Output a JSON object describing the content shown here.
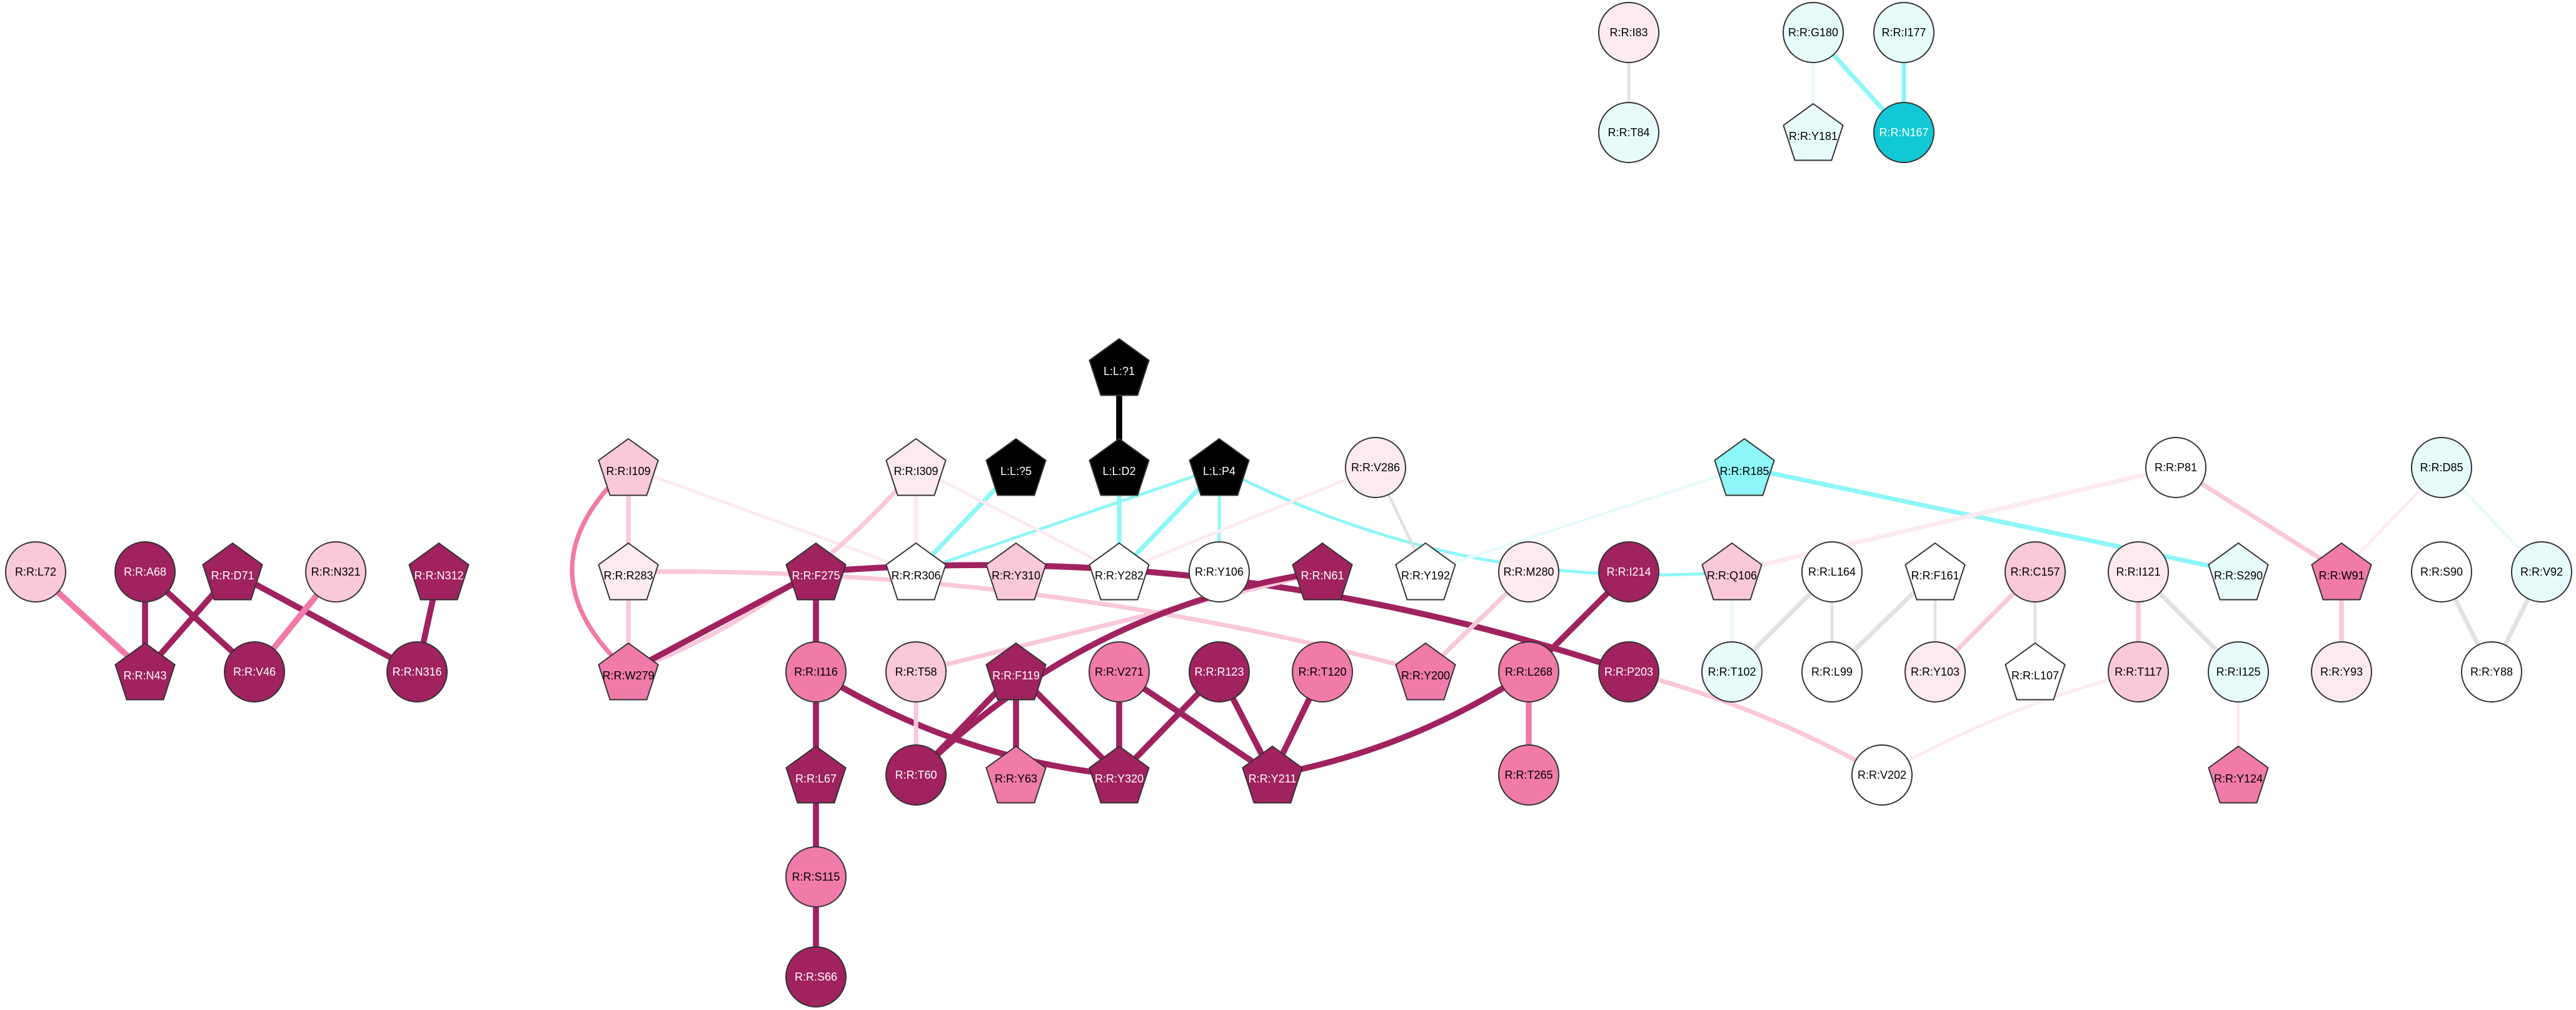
{
  "colors": {
    "maroon": "#A0225F",
    "pink": "#F07AA8",
    "light_pink": "#F9C8DA",
    "pale_pink": "#FDEAF1",
    "white": "#FFFFFF",
    "pale_cyan": "#E8FBFB",
    "cyan": "#8EF6F6",
    "teal": "#12C8D4",
    "black": "#000000",
    "grey_edge": "#E2E2E2"
  },
  "nodes": [
    {
      "id": "I83",
      "label": "R:R:I83",
      "shape": "circle",
      "fill": "pale_pink"
    },
    {
      "id": "T84",
      "label": "R:R:T84",
      "shape": "circle",
      "fill": "pale_cyan"
    },
    {
      "id": "G180",
      "label": "R:R:G180",
      "shape": "circle",
      "fill": "pale_cyan"
    },
    {
      "id": "Y181",
      "label": "R:R:Y181",
      "shape": "pentagon",
      "fill": "pale_cyan"
    },
    {
      "id": "I177",
      "label": "R:R:I177",
      "shape": "circle",
      "fill": "pale_cyan"
    },
    {
      "id": "N167",
      "label": "R:R:N167",
      "shape": "circle",
      "fill": "teal"
    },
    {
      "id": "L71",
      "label": "L:L:?1",
      "shape": "pentagon",
      "fill": "black"
    },
    {
      "id": "D2",
      "label": "L:L:D2",
      "shape": "pentagon",
      "fill": "black"
    },
    {
      "id": "L75",
      "label": "L:L:?5",
      "shape": "pentagon",
      "fill": "black"
    },
    {
      "id": "P4",
      "label": "L:L:P4",
      "shape": "pentagon",
      "fill": "black"
    },
    {
      "id": "I109",
      "label": "R:R:I109",
      "shape": "pentagon",
      "fill": "light_pink"
    },
    {
      "id": "I309",
      "label": "R:R:I309",
      "shape": "pentagon",
      "fill": "pale_pink"
    },
    {
      "id": "V286",
      "label": "R:R:V286",
      "shape": "circle",
      "fill": "pale_pink"
    },
    {
      "id": "R185",
      "label": "R:R:R185",
      "shape": "pentagon",
      "fill": "cyan"
    },
    {
      "id": "P81",
      "label": "R:R:P81",
      "shape": "circle",
      "fill": "white"
    },
    {
      "id": "D85",
      "label": "R:R:D85",
      "shape": "circle",
      "fill": "pale_cyan"
    },
    {
      "id": "L72",
      "label": "R:R:L72",
      "shape": "circle",
      "fill": "light_pink"
    },
    {
      "id": "A68",
      "label": "R:R:A68",
      "shape": "circle",
      "fill": "maroon"
    },
    {
      "id": "D71",
      "label": "R:R:D71",
      "shape": "pentagon",
      "fill": "maroon"
    },
    {
      "id": "N321",
      "label": "R:R:N321",
      "shape": "circle",
      "fill": "light_pink"
    },
    {
      "id": "N312",
      "label": "R:R:N312",
      "shape": "pentagon",
      "fill": "maroon"
    },
    {
      "id": "R283",
      "label": "R:R:R283",
      "shape": "pentagon",
      "fill": "pale_pink"
    },
    {
      "id": "F275",
      "label": "R:R:F275",
      "shape": "pentagon",
      "fill": "maroon"
    },
    {
      "id": "R306",
      "label": "R:R:R306",
      "shape": "pentagon",
      "fill": "white"
    },
    {
      "id": "Y310",
      "label": "R:R:Y310",
      "shape": "pentagon",
      "fill": "light_pink"
    },
    {
      "id": "Y282",
      "label": "R:R:Y282",
      "shape": "pentagon",
      "fill": "white"
    },
    {
      "id": "Y106",
      "label": "R:R:Y106",
      "shape": "circle",
      "fill": "white"
    },
    {
      "id": "N61",
      "label": "R:R:N61",
      "shape": "pentagon",
      "fill": "maroon"
    },
    {
      "id": "Y192",
      "label": "R:R:Y192",
      "shape": "pentagon",
      "fill": "white"
    },
    {
      "id": "M280",
      "label": "R:R:M280",
      "shape": "circle",
      "fill": "pale_pink"
    },
    {
      "id": "I214",
      "label": "R:R:I214",
      "shape": "circle",
      "fill": "maroon"
    },
    {
      "id": "Q106",
      "label": "R:R:Q106",
      "shape": "pentagon",
      "fill": "light_pink"
    },
    {
      "id": "L164",
      "label": "R:R:L164",
      "shape": "circle",
      "fill": "white"
    },
    {
      "id": "F161",
      "label": "R:R:F161",
      "shape": "pentagon",
      "fill": "white"
    },
    {
      "id": "C157",
      "label": "R:R:C157",
      "shape": "circle",
      "fill": "light_pink"
    },
    {
      "id": "I121",
      "label": "R:R:I121",
      "shape": "circle",
      "fill": "pale_pink"
    },
    {
      "id": "S290",
      "label": "R:R:S290",
      "shape": "pentagon",
      "fill": "pale_cyan"
    },
    {
      "id": "W91",
      "label": "R:R:W91",
      "shape": "pentagon",
      "fill": "pink"
    },
    {
      "id": "S90",
      "label": "R:R:S90",
      "shape": "circle",
      "fill": "white"
    },
    {
      "id": "V92",
      "label": "R:R:V92",
      "shape": "circle",
      "fill": "pale_cyan"
    },
    {
      "id": "N43",
      "label": "R:R:N43",
      "shape": "pentagon",
      "fill": "maroon"
    },
    {
      "id": "V46",
      "label": "R:R:V46",
      "shape": "circle",
      "fill": "maroon"
    },
    {
      "id": "N316",
      "label": "R:R:N316",
      "shape": "circle",
      "fill": "maroon"
    },
    {
      "id": "W279",
      "label": "R:R:W279",
      "shape": "pentagon",
      "fill": "pink"
    },
    {
      "id": "I116",
      "label": "R:R:I116",
      "shape": "circle",
      "fill": "pink"
    },
    {
      "id": "T58",
      "label": "R:R:T58",
      "shape": "circle",
      "fill": "light_pink"
    },
    {
      "id": "F119",
      "label": "R:R:F119",
      "shape": "pentagon",
      "fill": "maroon"
    },
    {
      "id": "V271",
      "label": "R:R:V271",
      "shape": "circle",
      "fill": "pink"
    },
    {
      "id": "R123",
      "label": "R:R:R123",
      "shape": "circle",
      "fill": "maroon"
    },
    {
      "id": "T120",
      "label": "R:R:T120",
      "shape": "circle",
      "fill": "pink"
    },
    {
      "id": "Y200",
      "label": "R:R:Y200",
      "shape": "pentagon",
      "fill": "pink"
    },
    {
      "id": "L268",
      "label": "R:R:L268",
      "shape": "circle",
      "fill": "pink"
    },
    {
      "id": "P203",
      "label": "R:R:P203",
      "shape": "circle",
      "fill": "maroon"
    },
    {
      "id": "T102",
      "label": "R:R:T102",
      "shape": "circle",
      "fill": "pale_cyan"
    },
    {
      "id": "L99",
      "label": "R:R:L99",
      "shape": "circle",
      "fill": "white"
    },
    {
      "id": "Y103",
      "label": "R:R:Y103",
      "shape": "circle",
      "fill": "pale_pink"
    },
    {
      "id": "L107",
      "label": "R:R:L107",
      "shape": "pentagon",
      "fill": "white"
    },
    {
      "id": "T117",
      "label": "R:R:T117",
      "shape": "circle",
      "fill": "light_pink"
    },
    {
      "id": "I125",
      "label": "R:R:I125",
      "shape": "circle",
      "fill": "pale_cyan"
    },
    {
      "id": "Y93",
      "label": "R:R:Y93",
      "shape": "circle",
      "fill": "pale_pink"
    },
    {
      "id": "Y88",
      "label": "R:R:Y88",
      "shape": "circle",
      "fill": "white"
    },
    {
      "id": "L67",
      "label": "R:R:L67",
      "shape": "pentagon",
      "fill": "maroon"
    },
    {
      "id": "T60",
      "label": "R:R:T60",
      "shape": "circle",
      "fill": "maroon"
    },
    {
      "id": "Y63",
      "label": "R:R:Y63",
      "shape": "pentagon",
      "fill": "pink"
    },
    {
      "id": "Y320",
      "label": "R:R:Y320",
      "shape": "pentagon",
      "fill": "maroon"
    },
    {
      "id": "Y211",
      "label": "R:R:Y211",
      "shape": "pentagon",
      "fill": "maroon"
    },
    {
      "id": "T265",
      "label": "R:R:T265",
      "shape": "circle",
      "fill": "pink"
    },
    {
      "id": "V202",
      "label": "R:R:V202",
      "shape": "circle",
      "fill": "white"
    },
    {
      "id": "Y124",
      "label": "R:R:Y124",
      "shape": "pentagon",
      "fill": "pink"
    },
    {
      "id": "S115",
      "label": "R:R:S115",
      "shape": "circle",
      "fill": "pink"
    },
    {
      "id": "S66",
      "label": "R:R:S66",
      "shape": "circle",
      "fill": "maroon"
    }
  ],
  "edges": [
    {
      "from": "I83",
      "to": "T84",
      "color": "grey_edge",
      "weight": 2
    },
    {
      "from": "G180",
      "to": "Y181",
      "color": "pale_cyan",
      "weight": 2
    },
    {
      "from": "G180",
      "to": "N167",
      "color": "cyan",
      "weight": 3
    },
    {
      "from": "I177",
      "to": "N167",
      "color": "cyan",
      "weight": 3
    },
    {
      "from": "L71",
      "to": "D2",
      "color": "black",
      "weight": 4
    },
    {
      "from": "D2",
      "to": "Y282",
      "color": "cyan",
      "weight": 3
    },
    {
      "from": "L75",
      "to": "R306",
      "color": "cyan",
      "weight": 3
    },
    {
      "from": "P4",
      "to": "R306",
      "color": "cyan",
      "weight": 2
    },
    {
      "from": "P4",
      "to": "Y282",
      "color": "cyan",
      "weight": 3
    },
    {
      "from": "P4",
      "to": "Y106",
      "color": "cyan",
      "weight": 2
    },
    {
      "from": "P4",
      "to": "Q106",
      "color": "cyan",
      "weight": 2,
      "bend": 40
    },
    {
      "from": "I109",
      "to": "R306",
      "color": "pale_pink",
      "weight": 2
    },
    {
      "from": "I109",
      "to": "R283",
      "color": "light_pink",
      "weight": 3
    },
    {
      "from": "I109",
      "to": "W279",
      "color": "pink",
      "weight": 3,
      "bend": 60
    },
    {
      "from": "I309",
      "to": "R306",
      "color": "pale_pink",
      "weight": 3
    },
    {
      "from": "I309",
      "to": "Y282",
      "color": "pale_pink",
      "weight": 2
    },
    {
      "from": "I309",
      "to": "W279",
      "color": "light_pink",
      "weight": 3,
      "bend": -25
    },
    {
      "from": "V286",
      "to": "Y282",
      "color": "pale_pink",
      "weight": 2
    },
    {
      "from": "V286",
      "to": "Y192",
      "color": "grey_edge",
      "weight": 2
    },
    {
      "from": "R185",
      "to": "Y192",
      "color": "pale_cyan",
      "weight": 2
    },
    {
      "from": "R185",
      "to": "S290",
      "color": "cyan",
      "weight": 3
    },
    {
      "from": "P81",
      "to": "Q106",
      "color": "pale_pink",
      "weight": 3
    },
    {
      "from": "P81",
      "to": "W91",
      "color": "light_pink",
      "weight": 3
    },
    {
      "from": "D85",
      "to": "W91",
      "color": "pale_pink",
      "weight": 2
    },
    {
      "from": "D85",
      "to": "V92",
      "color": "pale_cyan",
      "weight": 2
    },
    {
      "from": "L72",
      "to": "N43",
      "color": "pink",
      "weight": 4
    },
    {
      "from": "A68",
      "to": "N43",
      "color": "maroon",
      "weight": 4
    },
    {
      "from": "A68",
      "to": "V46",
      "color": "maroon",
      "weight": 4
    },
    {
      "from": "D71",
      "to": "N43",
      "color": "maroon",
      "weight": 4
    },
    {
      "from": "D71",
      "to": "N316",
      "color": "maroon",
      "weight": 4
    },
    {
      "from": "N321",
      "to": "V46",
      "color": "pink",
      "weight": 4
    },
    {
      "from": "N312",
      "to": "N316",
      "color": "maroon",
      "weight": 4
    },
    {
      "from": "R283",
      "to": "W279",
      "color": "light_pink",
      "weight": 3
    },
    {
      "from": "R283",
      "to": "Y200",
      "color": "light_pink",
      "weight": 3,
      "bend": -30
    },
    {
      "from": "F275",
      "to": "W279",
      "color": "maroon",
      "weight": 4
    },
    {
      "from": "F275",
      "to": "I116",
      "color": "maroon",
      "weight": 4
    },
    {
      "from": "F275",
      "to": "P203",
      "color": "maroon",
      "weight": 4,
      "bend": -45
    },
    {
      "from": "M280",
      "to": "Y200",
      "color": "light_pink",
      "weight": 3
    },
    {
      "from": "N61",
      "to": "T58",
      "color": "light_pink",
      "weight": 3
    },
    {
      "from": "N61",
      "to": "T60",
      "color": "maroon",
      "weight": 4,
      "bend": 40
    },
    {
      "from": "I214",
      "to": "L268",
      "color": "maroon",
      "weight": 4
    },
    {
      "from": "Q106",
      "to": "T102",
      "color": "pale_cyan",
      "weight": 2
    },
    {
      "from": "L164",
      "to": "T102",
      "color": "grey_edge",
      "weight": 3
    },
    {
      "from": "L164",
      "to": "L99",
      "color": "grey_edge",
      "weight": 2
    },
    {
      "from": "F161",
      "to": "L99",
      "color": "grey_edge",
      "weight": 3
    },
    {
      "from": "F161",
      "to": "Y103",
      "color": "grey_edge",
      "weight": 2
    },
    {
      "from": "C157",
      "to": "Y103",
      "color": "light_pink",
      "weight": 3
    },
    {
      "from": "C157",
      "to": "L107",
      "color": "grey_edge",
      "weight": 2
    },
    {
      "from": "I121",
      "to": "T117",
      "color": "light_pink",
      "weight": 3
    },
    {
      "from": "I121",
      "to": "I125",
      "color": "grey_edge",
      "weight": 3
    },
    {
      "from": "W91",
      "to": "Y93",
      "color": "light_pink",
      "weight": 3
    },
    {
      "from": "S90",
      "to": "Y88",
      "color": "grey_edge",
      "weight": 3
    },
    {
      "from": "V92",
      "to": "Y88",
      "color": "grey_edge",
      "weight": 3
    },
    {
      "from": "I116",
      "to": "L67",
      "color": "maroon",
      "weight": 4
    },
    {
      "from": "I116",
      "to": "Y320",
      "color": "maroon",
      "weight": 4,
      "bend": 20
    },
    {
      "from": "T58",
      "to": "T60",
      "color": "light_pink",
      "weight": 3
    },
    {
      "from": "F119",
      "to": "T60",
      "color": "maroon",
      "weight": 4
    },
    {
      "from": "F119",
      "to": "Y63",
      "color": "maroon",
      "weight": 4
    },
    {
      "from": "F119",
      "to": "Y320",
      "color": "maroon",
      "weight": 4
    },
    {
      "from": "V271",
      "to": "Y320",
      "color": "maroon",
      "weight": 4
    },
    {
      "from": "V271",
      "to": "Y211",
      "color": "maroon",
      "weight": 4
    },
    {
      "from": "R123",
      "to": "Y320",
      "color": "maroon",
      "weight": 4
    },
    {
      "from": "R123",
      "to": "Y211",
      "color": "maroon",
      "weight": 4
    },
    {
      "from": "T120",
      "to": "Y211",
      "color": "maroon",
      "weight": 4
    },
    {
      "from": "L268",
      "to": "Y211",
      "color": "maroon",
      "weight": 4,
      "bend": -15
    },
    {
      "from": "L268",
      "to": "T265",
      "color": "pink",
      "weight": 4
    },
    {
      "from": "P203",
      "to": "V202",
      "color": "light_pink",
      "weight": 3,
      "bend": -10
    },
    {
      "from": "T117",
      "to": "V202",
      "color": "pale_pink",
      "weight": 2,
      "bend": 10
    },
    {
      "from": "I125",
      "to": "Y124",
      "color": "pale_pink",
      "weight": 2
    },
    {
      "from": "L67",
      "to": "S115",
      "color": "maroon",
      "weight": 4
    },
    {
      "from": "S115",
      "to": "S66",
      "color": "maroon",
      "weight": 4
    }
  ]
}
